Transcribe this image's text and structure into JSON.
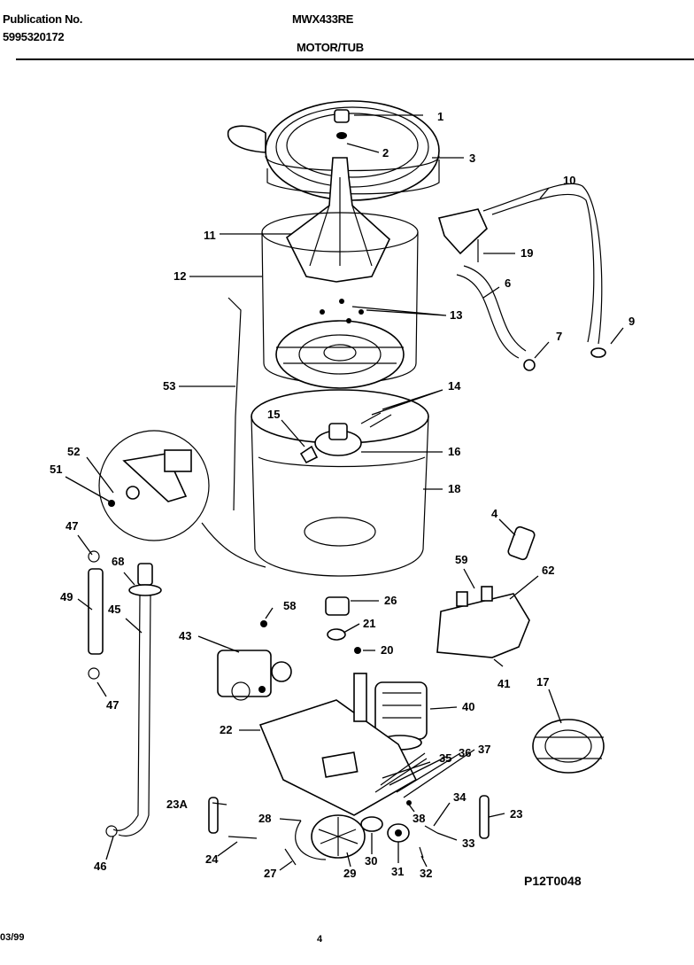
{
  "header": {
    "publication_label": "Publication No.",
    "publication_number": "5995320172",
    "model": "MWX433RE",
    "section": "MOTOR/TUB"
  },
  "footer": {
    "date": "03/99",
    "page": "4",
    "drawing_code": "P12T0048"
  },
  "callouts": {
    "c1": "1",
    "c2": "2",
    "c3": "3",
    "c4": "4",
    "c6": "6",
    "c7": "7",
    "c9": "9",
    "c10": "10",
    "c11": "11",
    "c12": "12",
    "c13": "13",
    "c14": "14",
    "c15": "15",
    "c16": "16",
    "c17": "17",
    "c18": "18",
    "c19": "19",
    "c20": "20",
    "c21": "21",
    "c22": "22",
    "c23": "23",
    "c23a": "23A",
    "c24": "24",
    "c26": "26",
    "c27": "27",
    "c28": "28",
    "c29": "29",
    "c30": "30",
    "c31": "31",
    "c32": "32",
    "c33": "33",
    "c34": "34",
    "c36": "36",
    "c35": "35",
    "c37": "37",
    "c38": "38",
    "c40": "40",
    "c41": "41",
    "c43": "43",
    "c45": "45",
    "c46": "46",
    "c47a": "47",
    "c47b": "47",
    "c49": "49",
    "c51": "51",
    "c52": "52",
    "c53": "53",
    "c58": "58",
    "c59": "59",
    "c62": "62",
    "c68": "68"
  }
}
